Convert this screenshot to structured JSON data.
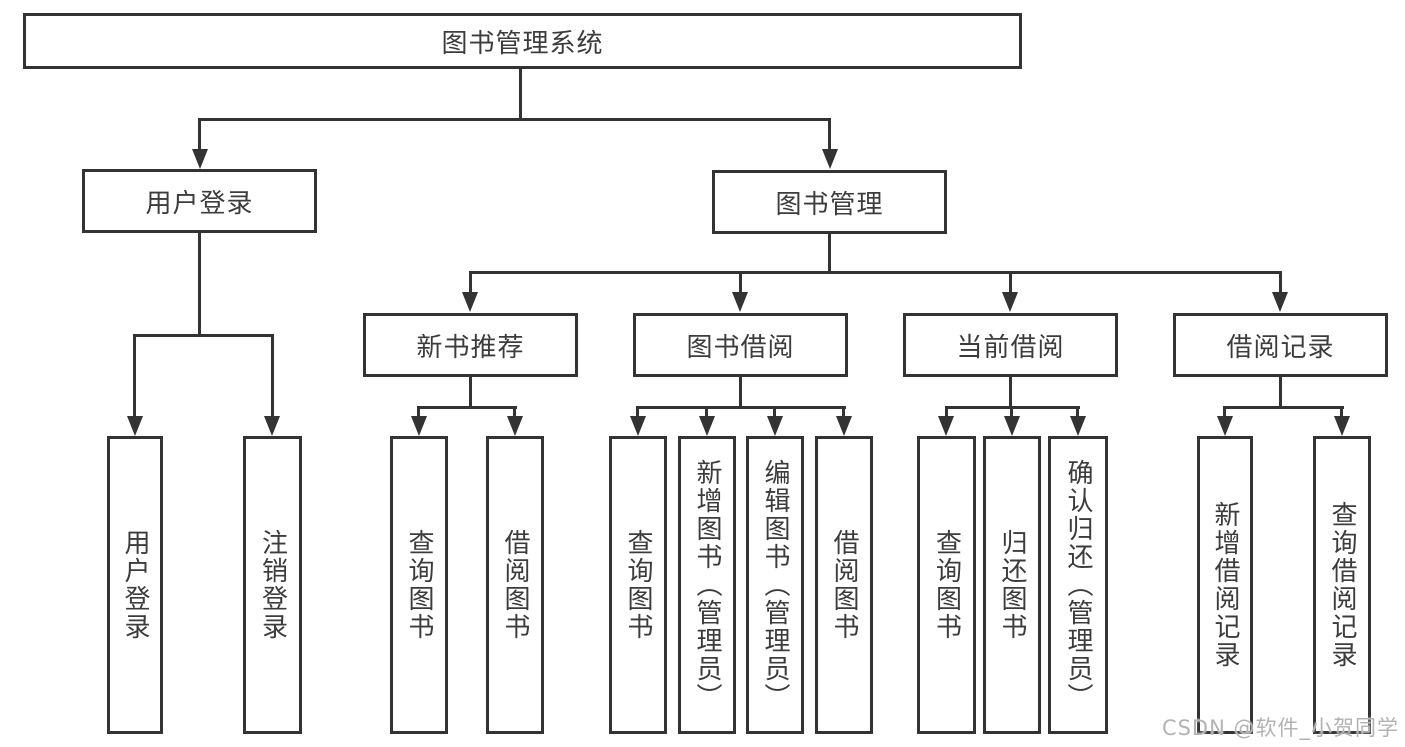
{
  "diagram": {
    "root": {
      "label": "图书管理系统"
    },
    "level2": [
      {
        "label": "用户登录"
      },
      {
        "label": "图书管理"
      }
    ],
    "level3": [
      {
        "label": "新书推荐"
      },
      {
        "label": "图书借阅"
      },
      {
        "label": "当前借阅"
      },
      {
        "label": "借阅记录"
      }
    ],
    "leaves": {
      "user_login": [
        {
          "label": "用户登录"
        },
        {
          "label": "注销登录"
        }
      ],
      "new_book": [
        {
          "label": "查询图书"
        },
        {
          "label": "借阅图书"
        }
      ],
      "book_borrow": [
        {
          "label": "查询图书"
        },
        {
          "label": "新增图书（管理员）"
        },
        {
          "label": "编辑图书（管理员）"
        },
        {
          "label": "借阅图书"
        }
      ],
      "current_borrow": [
        {
          "label": "查询图书"
        },
        {
          "label": "归还图书"
        },
        {
          "label": "确认归还（管理员）"
        }
      ],
      "borrow_record": [
        {
          "label": "新增借阅记录"
        },
        {
          "label": "查询借阅记录"
        }
      ]
    },
    "colors": {
      "line": "#333333",
      "text": "#3c3c3c",
      "watermark": "#b3b3b3",
      "background": "#ffffff"
    }
  },
  "watermark": {
    "text": "CSDN @软件_小贺同学"
  }
}
